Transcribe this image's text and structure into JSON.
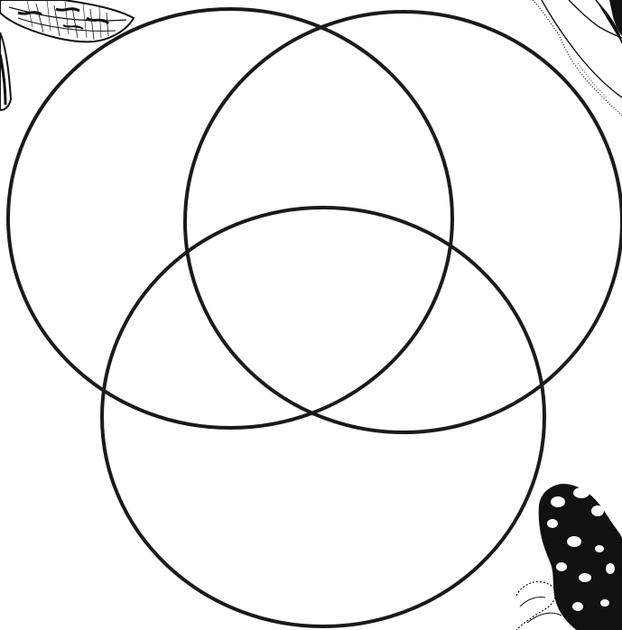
{
  "diagram": {
    "type": "venn",
    "sets": [
      {
        "id": "top-left"
      },
      {
        "id": "top-right"
      },
      {
        "id": "bottom"
      }
    ],
    "colors": {
      "background": "#ffffff",
      "circle_stroke": "#1a1a1a",
      "illustration_ink": "#111111"
    }
  },
  "decorations": [
    {
      "kind": "illustration",
      "subject": "dragonfly",
      "corner": "top-left"
    },
    {
      "kind": "illustration",
      "subject": "plant-sketch",
      "corner": "top-right"
    },
    {
      "kind": "illustration",
      "subject": "spotted-frog",
      "corner": "bottom-right"
    }
  ]
}
